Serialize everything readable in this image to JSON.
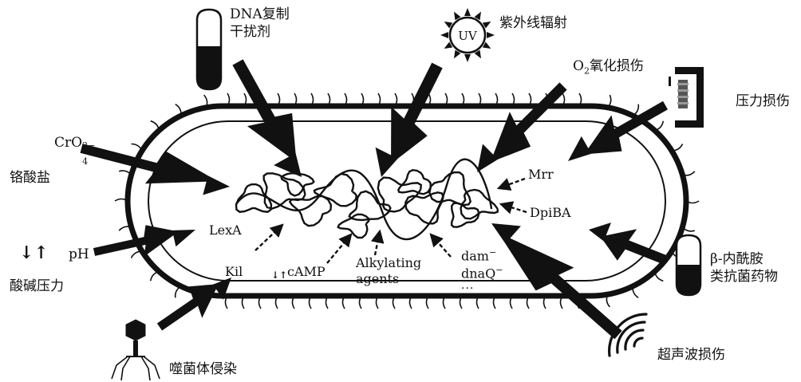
{
  "stressors": {
    "dna_replication_inhibitor": {
      "line1": "DNA复制",
      "line2": "干扰剂"
    },
    "uv_radiation": {
      "label": "紫外线辐射",
      "icon_text": "UV"
    },
    "oxygen_damage": {
      "prefix": "O",
      "sub": "2",
      "label": "氧化损伤"
    },
    "pressure_damage": {
      "label": "压力损伤"
    },
    "chromate": {
      "formula": "CrO",
      "sub": "4",
      "sup": "2−",
      "label": "铬酸盐"
    },
    "acid_base_stress": {
      "arrows": "↓↑",
      "ph": "pH",
      "label": "酸碱压力"
    },
    "beta_lactam": {
      "line1": "β-内酰胺",
      "line2": "类抗菌药物"
    },
    "ultrasound": {
      "label": "超声波损伤"
    },
    "phage_infection": {
      "label": "噬菌体侵染"
    }
  },
  "factors": {
    "lexa": "LexA",
    "kil": "Kil",
    "camp_arrows": "↓↑",
    "camp": "cAMP",
    "alkylating_1": "Alkylating",
    "alkylating_2": "agents",
    "dam": "dam",
    "dam_sup": "−",
    "dnaq": "dnaQ",
    "dnaq_sup": "−",
    "ellipsis": "···",
    "mrr": "Mrr",
    "dpiba": "DpiBA"
  },
  "colors": {
    "ink": "#111111",
    "background": "#ffffff"
  },
  "icons": [
    "test-tube-icon",
    "sun-icon",
    "clamp-icon",
    "phage-icon",
    "sound-wave-icon"
  ]
}
